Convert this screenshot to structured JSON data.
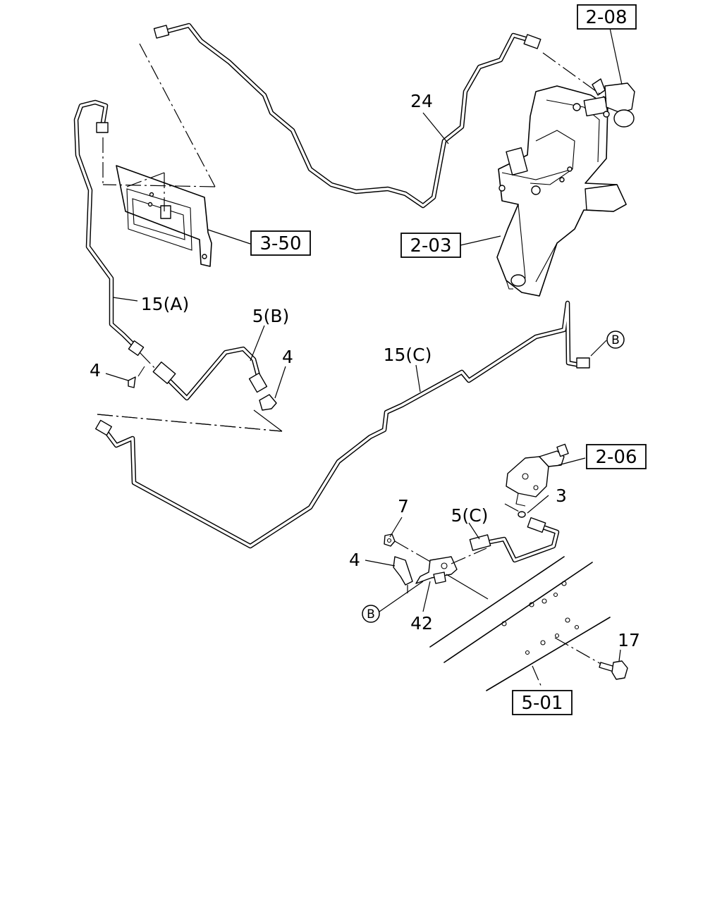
{
  "part_labels": {
    "p24": "24",
    "p15a": "15(A)",
    "p5b": "5(B)",
    "p4a": "4",
    "p4b": "4",
    "p15c": "15(C)",
    "p3": "3",
    "p7": "7",
    "p5c": "5(C)",
    "p4c": "4",
    "p42": "42",
    "p17": "17"
  },
  "ref_boxes": {
    "r208": "2-08",
    "r350": "3-50",
    "r203": "2-03",
    "r206": "2-06",
    "r501": "5-01"
  },
  "connector_marks": {
    "b1": "B",
    "b2": "B"
  }
}
